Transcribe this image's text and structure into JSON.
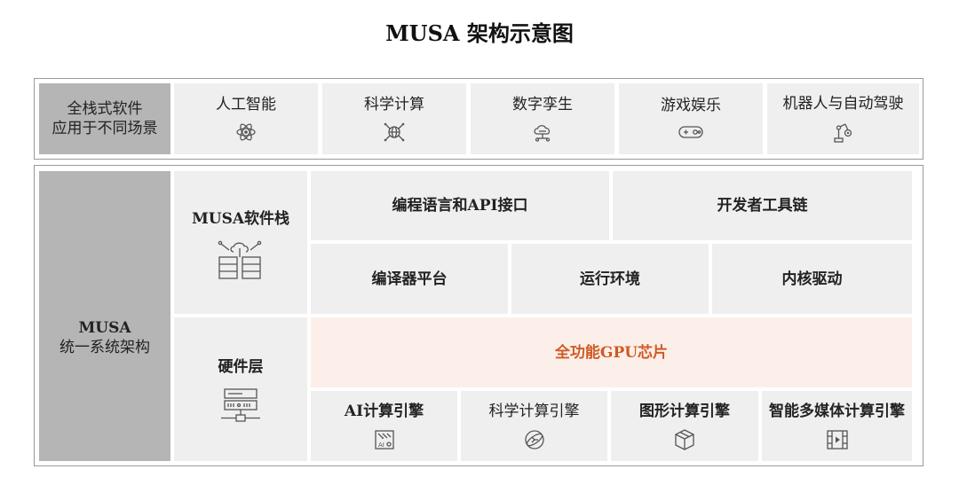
{
  "title": "MUSA 架构示意图",
  "scenarios": {
    "header_line1": "全栈式软件",
    "header_line2": "应用于不同场景",
    "items": [
      {
        "label": "人工智能",
        "icon": "atom-icon"
      },
      {
        "label": "科学计算",
        "icon": "globe-network-icon"
      },
      {
        "label": "数字孪生",
        "icon": "cloud-link-icon"
      },
      {
        "label": "游戏娱乐",
        "icon": "gamepad-icon"
      },
      {
        "label": "机器人与自动驾驶",
        "icon": "robot-arm-icon"
      }
    ]
  },
  "architecture": {
    "side_line1": "MUSA",
    "side_line2": "统一系统架构",
    "software_stack": {
      "label": "MUSA软件栈",
      "icon": "server-cloud-icon",
      "row1": [
        "编程语言和API接口",
        "开发者工具链"
      ],
      "row2": [
        "编译器平台",
        "运行环境",
        "内核驱动"
      ]
    },
    "hardware": {
      "label": "硬件层",
      "icon": "hardware-rack-icon",
      "gpu_label": "全功能GPU芯片",
      "engines": [
        {
          "label": "AI计算引擎",
          "icon": "ai-chip-icon"
        },
        {
          "label": "科学计算引擎",
          "icon": "science-orbit-icon"
        },
        {
          "label": "图形计算引擎",
          "icon": "cube-icon"
        },
        {
          "label": "智能多媒体计算引擎",
          "icon": "film-icon"
        }
      ]
    }
  },
  "colors": {
    "side_gray": "#b5b5b5",
    "cell_gray": "#efefef",
    "gpu_bg": "#fcefe9",
    "gpu_text": "#d05a24"
  }
}
